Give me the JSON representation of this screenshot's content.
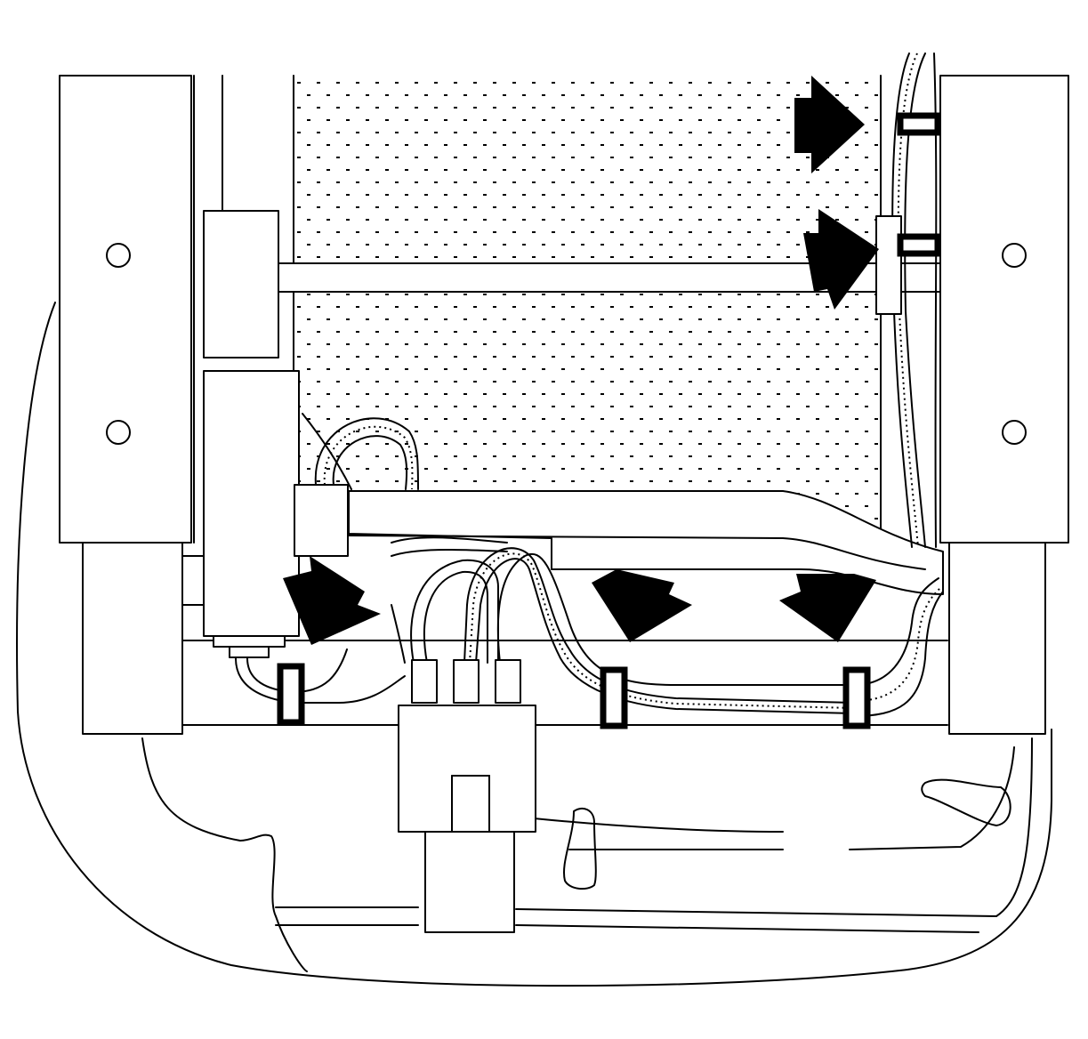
{
  "figure": {
    "kind": "service-manual-line-drawing",
    "subject": "seat-underside-wiring-harness-retainers",
    "arrow_count": 5,
    "retainer_clip_count": 5,
    "colors": {
      "ink": "#000000",
      "paper": "#ffffff"
    }
  }
}
